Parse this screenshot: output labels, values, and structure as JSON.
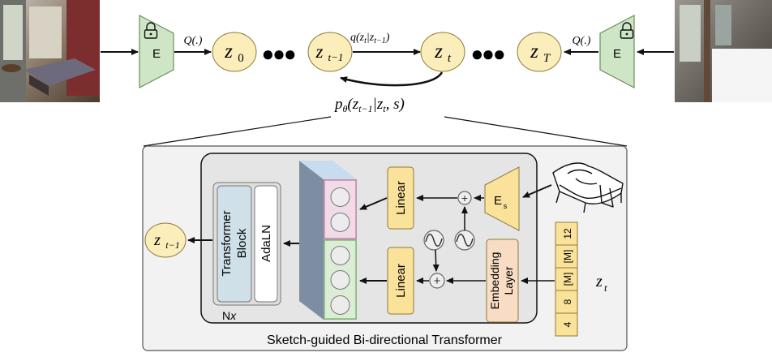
{
  "top_row": {
    "encoder_left_label": "E",
    "encoder_right_label": "E",
    "quantizer_left": "Q(.)",
    "quantizer_right": "Q(.)",
    "z0": {
      "base": "z",
      "sub": "0"
    },
    "z_t_minus_1": {
      "base": "z",
      "sub": "t−1"
    },
    "z_t": {
      "base": "z",
      "sub": "t"
    },
    "z_T": {
      "base": "z",
      "sub": "T"
    },
    "dots_left": "●●●",
    "dots_right": "●●●",
    "forward_label": "q(z_t|z_{t−1})",
    "forward_parts": {
      "q": "q(",
      "z1": "z",
      "s1": "t",
      "bar": "|",
      "z2": "z",
      "s2": "t−1",
      "close": ")"
    },
    "reverse_parts": {
      "p": "p",
      "theta": "θ",
      "open": "(",
      "z1": "z",
      "s1": "t−1",
      "bar": "|",
      "z2": "z",
      "s2": "t",
      "rest": ", s)"
    }
  },
  "transformer_panel": {
    "title": "Sketch-guided Bi-directional Transformer",
    "repeat_label": {
      "n": "N",
      "x": "x"
    },
    "transformer_block_label_1": "Transformer",
    "transformer_block_label_2": "Block",
    "adaln_label": "AdaLN",
    "linear_top": "Linear",
    "linear_bottom": "Linear",
    "sketch_encoder": {
      "base": "E",
      "sub": "s"
    },
    "embedding_layer_1": "Embedding",
    "embedding_layer_2": "Layer",
    "output_z": {
      "base": "z",
      "sub": "t−1"
    },
    "input_z": {
      "base": "z",
      "sub": "t"
    },
    "token_sequence": [
      "4",
      "8",
      "[M]",
      "[M]",
      "12"
    ],
    "plus_symbol": "+"
  },
  "colors": {
    "encoder_fill": "#cfe6c6",
    "latent_fill": "#fbeebb",
    "linear_fill": "#fbe29a",
    "embedding_fill": "#f8dcc4",
    "transformer_fill": "#cfe0e8",
    "panel_bg": "#f2f2f2",
    "top_tokens_border": "#d07a9e",
    "bottom_tokens_border": "#78b56a",
    "column_side": "#7d8ea3",
    "column_top": "#c7dcee"
  }
}
